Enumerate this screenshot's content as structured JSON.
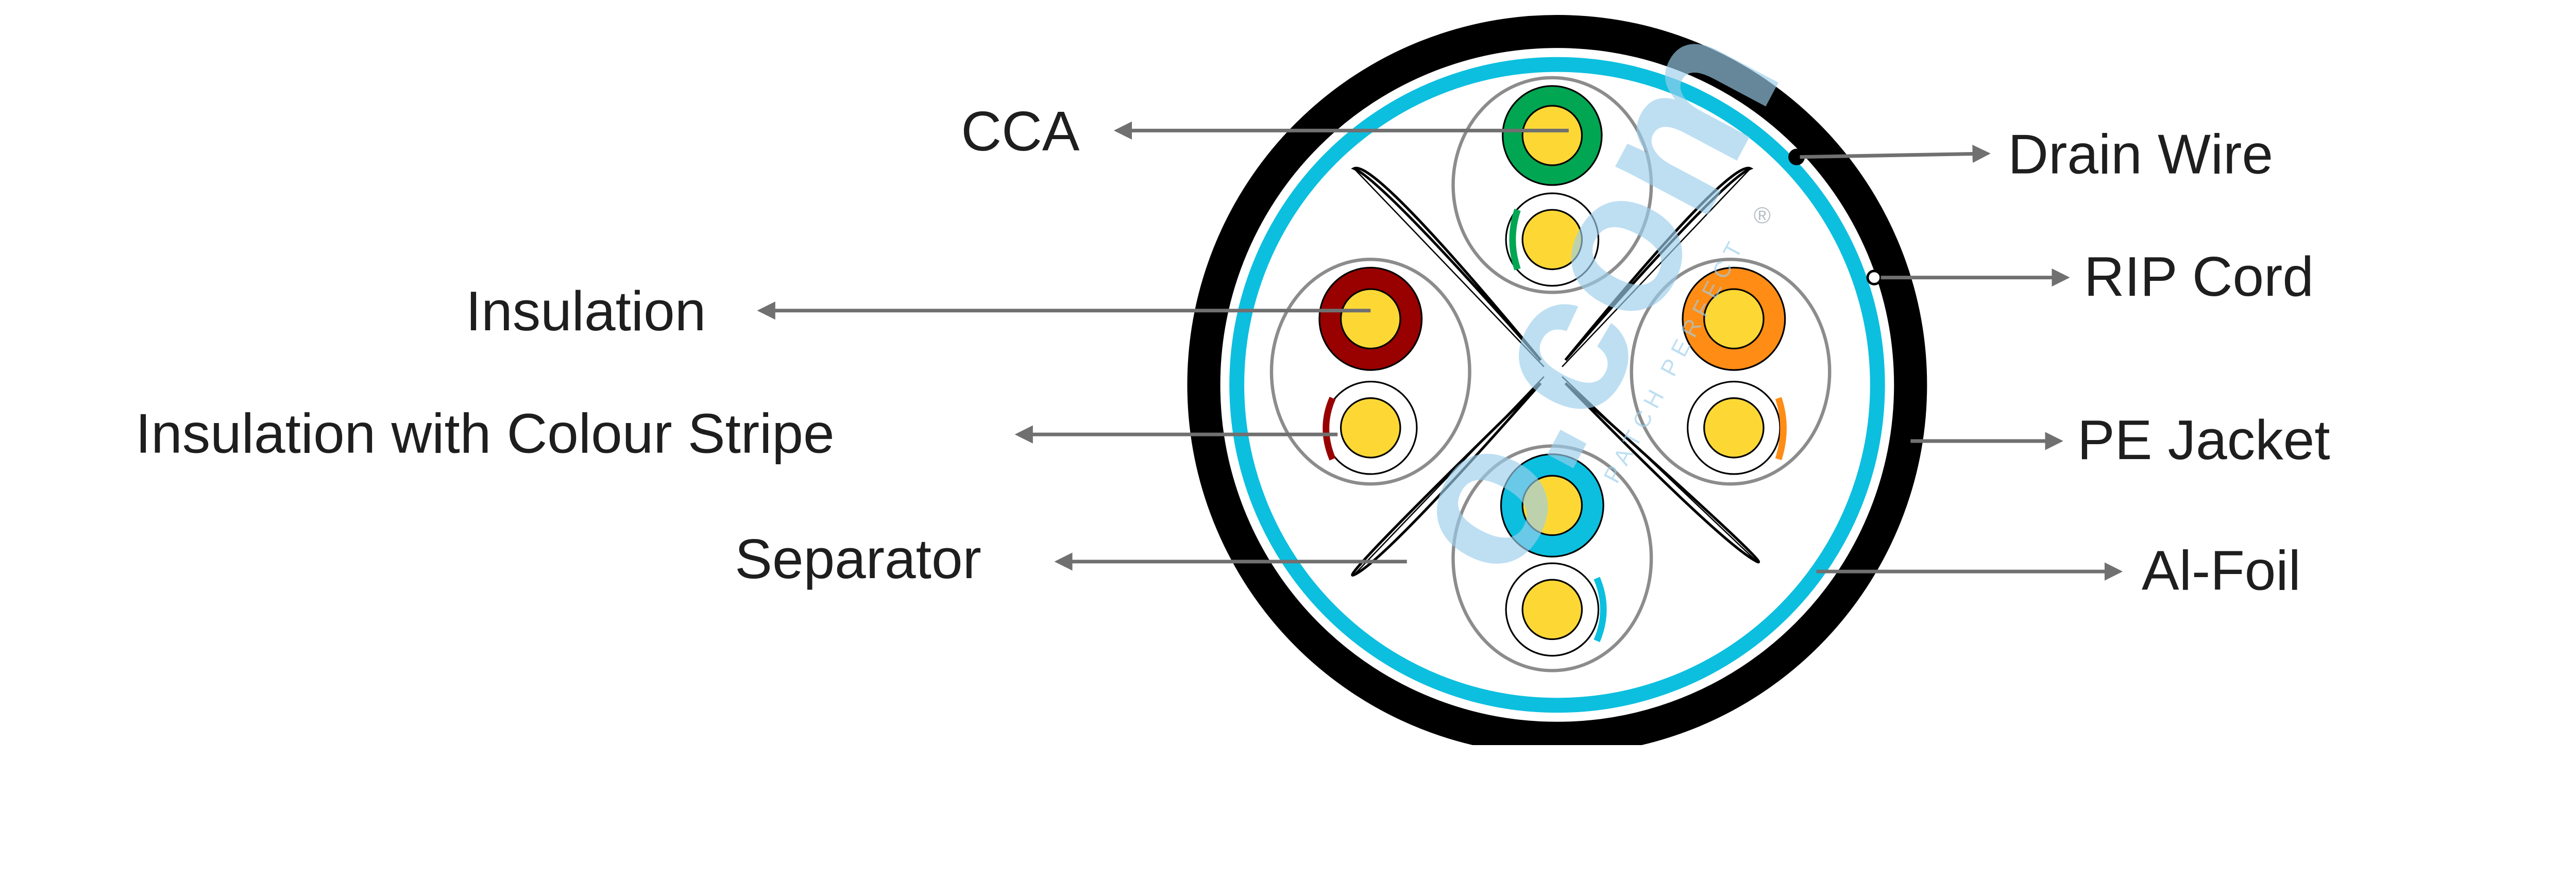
{
  "labels": {
    "cca": "CCA",
    "insulation": "Insulation",
    "insulation_stripe": "Insulation with Colour Stripe",
    "separator": "Separator",
    "drain_wire": "Drain Wire",
    "rip_cord": "RIP Cord",
    "pe_jacket": "PE Jacket",
    "al_foil": "Al-Foil"
  },
  "watermark": {
    "tagline": "PATCH PERFECT",
    "mark": "®"
  },
  "colors": {
    "jacket": "#000000",
    "foil": "#0cbfdf",
    "conductor": "#fdd835",
    "pair_green": "#00a651",
    "pair_brown_red": "#990000",
    "pair_orange": "#ff8c14",
    "pair_blue": "#0cbfdf",
    "arrow": "#707070"
  }
}
